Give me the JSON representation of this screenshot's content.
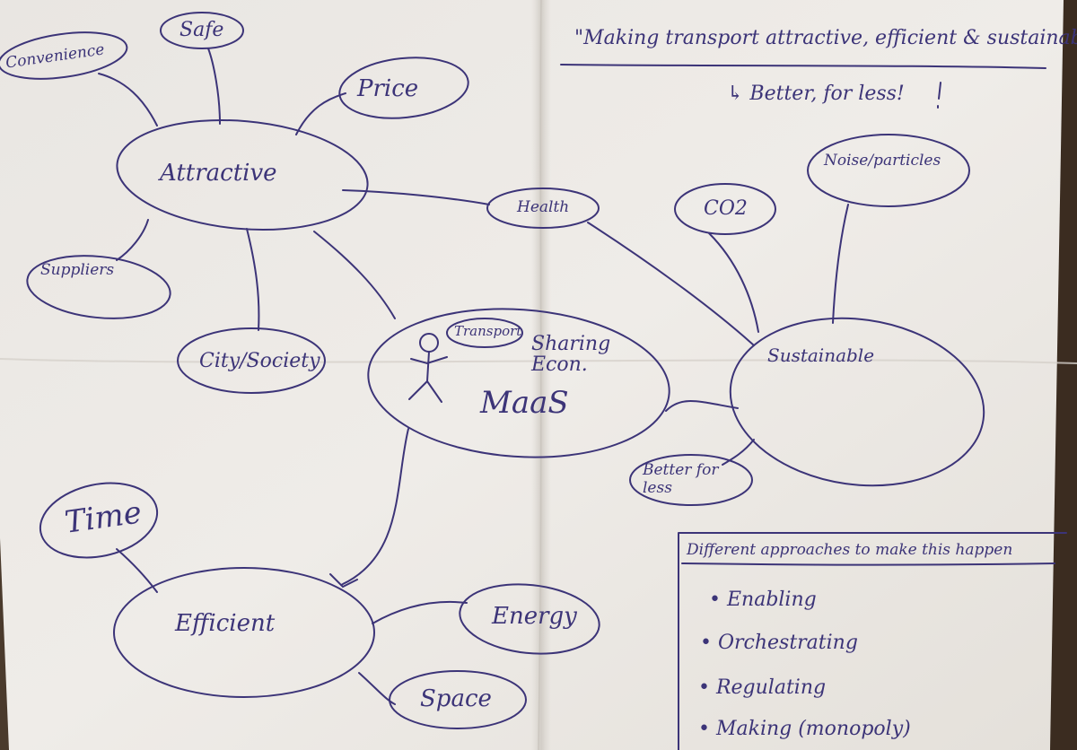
{
  "mindmap": {
    "title": "\"Making transport attractive, efficient & sustainable\"",
    "subtitle": "↳ Better, for less!",
    "center": {
      "label": "MaaS",
      "secondary_label": "Sharing Econ.",
      "bubble_label": "Transport"
    },
    "attractive": {
      "label": "Attractive",
      "children": [
        "Convenience",
        "Safe",
        "Price",
        "Suppliers",
        "City/Society"
      ]
    },
    "health": {
      "label": "Health"
    },
    "sustainable": {
      "label": "Sustainable",
      "children": [
        "CO2",
        "Noise/particles",
        "Better for less"
      ]
    },
    "efficient": {
      "label": "Efficient",
      "children": [
        "Time",
        "Energy",
        "Space"
      ]
    },
    "approaches": {
      "heading": "Different approaches to make this happen",
      "items": [
        "• Enabling",
        "• Orchestrating",
        "• Regulating",
        "• Making (monopoly)"
      ]
    }
  },
  "colors": {
    "ink": "#3c3478",
    "paper": "#ece9e4",
    "background": "#3b2c20"
  }
}
